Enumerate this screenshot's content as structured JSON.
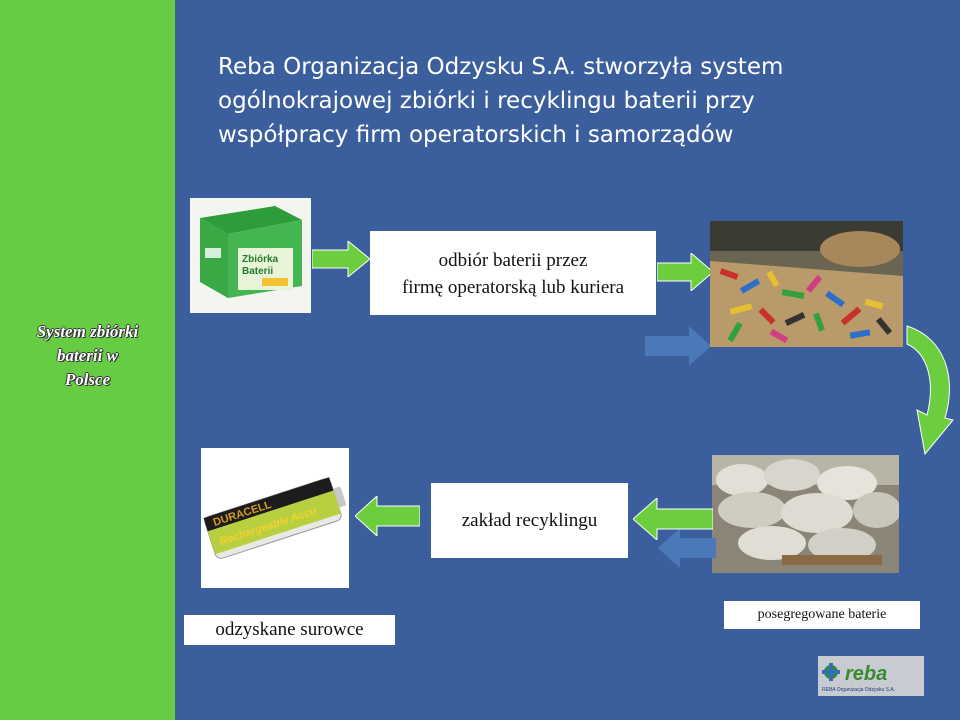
{
  "sidebar": {
    "title_lines": [
      "System zbiórki",
      "baterii w",
      "Polsce"
    ]
  },
  "heading": {
    "lines": [
      "Reba Organizacja Odzysku S.A. stworzyła system",
      "ogólnokrajowej zbiórki i recyklingu baterii przy",
      "współpracy firm operatorskich i samorządów"
    ]
  },
  "steps": {
    "pickup": {
      "lines": [
        "odbiór baterii przez",
        "firmę operatorską lub kuriera"
      ]
    },
    "recycling_plant": {
      "label": "zakład recyklingu"
    },
    "sorted_batteries": {
      "label": "posegregowane baterie"
    },
    "recovered_materials": {
      "label": "odzyskane surowce"
    }
  },
  "collection_box": {
    "label_lines": [
      "Zbiórka",
      "Baterii"
    ]
  },
  "battery_photo": {
    "brand": "DURACELL",
    "product": "Rechargeable Accu"
  },
  "logo": {
    "name": "reba",
    "subtitle": "REBA Organizacja Odzysku S.A."
  },
  "colors": {
    "background": "#3a5f9c",
    "sidebar": "#66cc44",
    "arrow_green": "#6ccd3f",
    "arrow_blue": "#4a78b8"
  }
}
